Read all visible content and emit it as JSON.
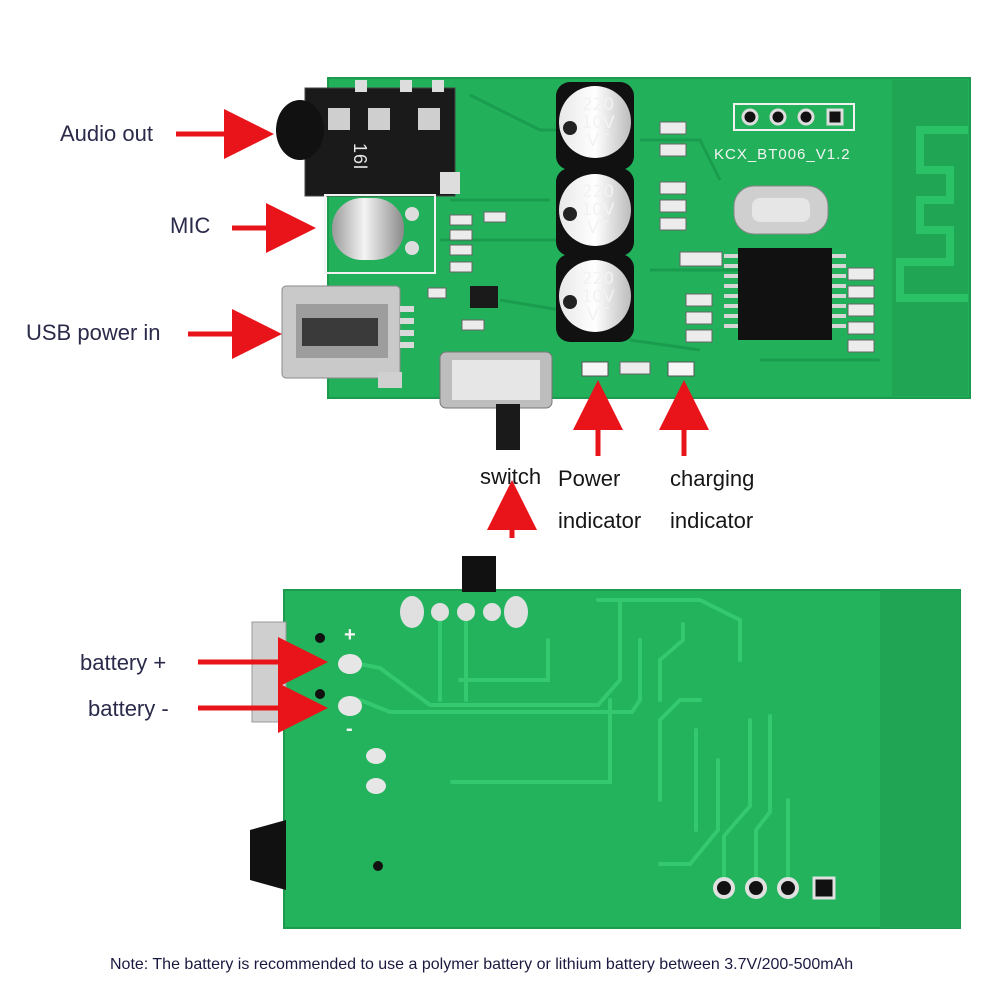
{
  "labels": {
    "audio_out": "Audio out",
    "mic": "MIC",
    "usb_power": "USB power in",
    "switch": "switch",
    "power_indicator_line1": "Power",
    "power_indicator_line2": "indicator",
    "charging_indicator_line1": "charging",
    "charging_indicator_line2": "indicator",
    "battery_plus": "battery +",
    "battery_minus": "battery -"
  },
  "board": {
    "silkscreen": "KCX_BT006_V1.2",
    "capacitor_lines": [
      "220",
      "10V",
      "VT"
    ],
    "jack_marking": "16l",
    "plus_mark": "+",
    "minus_mark": "-"
  },
  "note": "Note: The battery is recommended to use a polymer battery or lithium battery between 3.7V/200-500mAh",
  "colors": {
    "pcb_green": "#22b05a",
    "arrow_red": "#e8141a"
  }
}
